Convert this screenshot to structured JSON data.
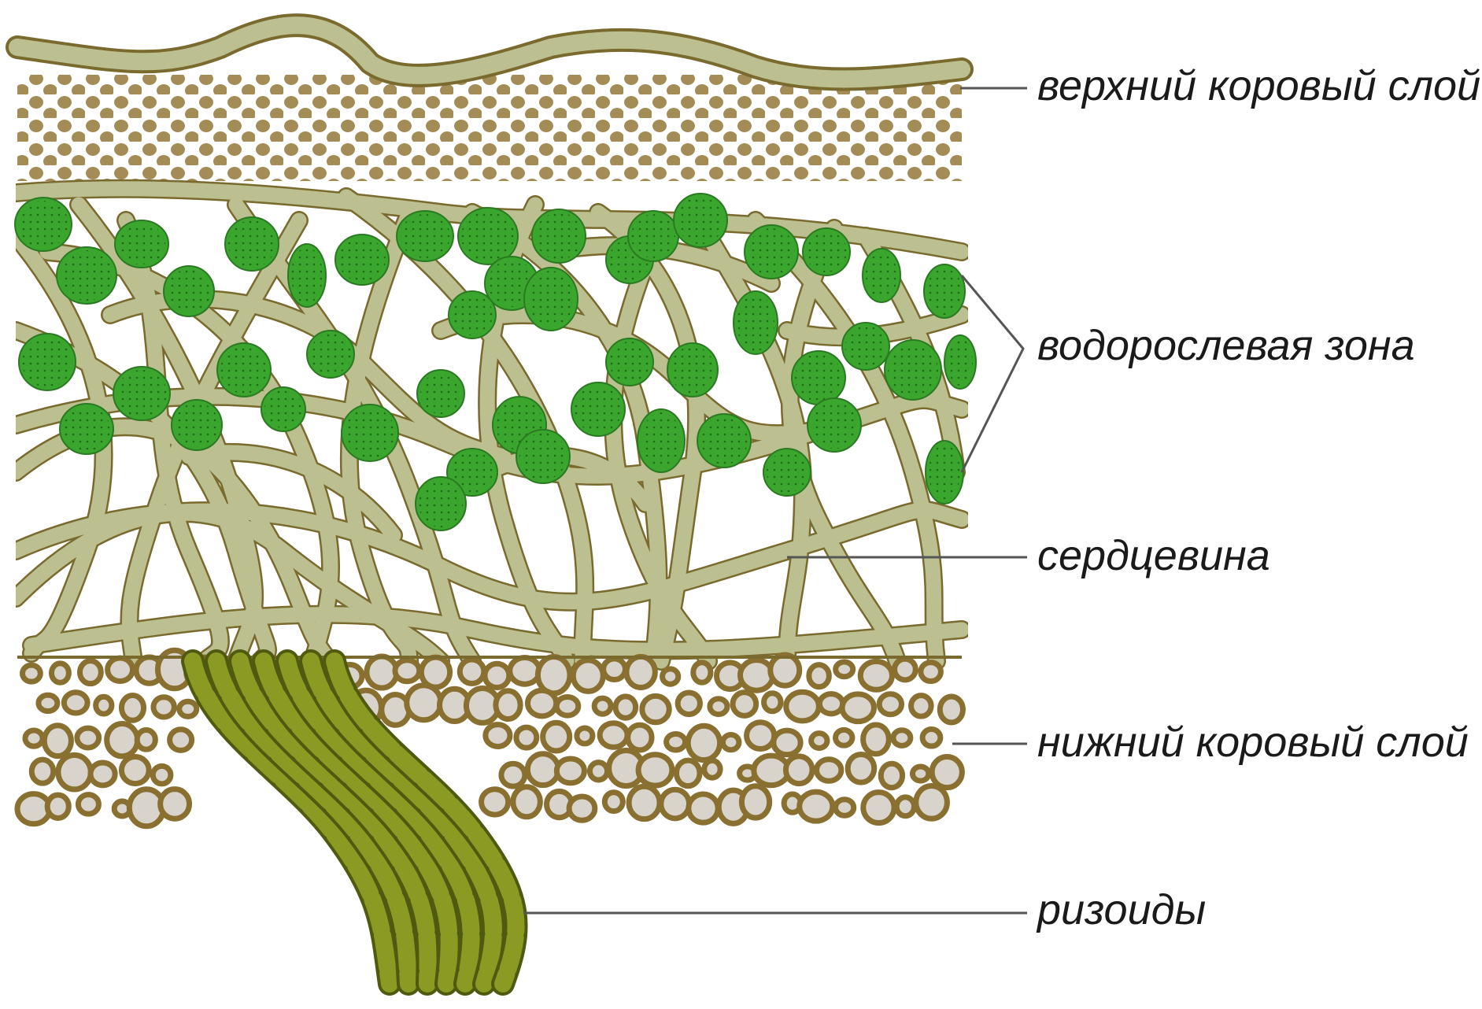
{
  "labels": {
    "upper_cortex": "верхний коровый слой",
    "algal_zone": "водорослевая зона",
    "medulla": "сердцевина",
    "lower_cortex": "нижний коровый слой",
    "rhizoids": "ризоиды"
  },
  "colors": {
    "hypha_fill": "#bcc090",
    "hypha_stroke": "#7a6a2e",
    "cortex_cell": "#a38c56",
    "lower_cell_ring": "#8a7030",
    "lower_cell_core": "#d8d4cc",
    "alga_fill": "#3aa62e",
    "alga_dot": "#1f6a18",
    "rhizoid_fill": "#8a9a22",
    "rhizoid_stroke": "#4f5a10",
    "leader_line": "#555555"
  }
}
